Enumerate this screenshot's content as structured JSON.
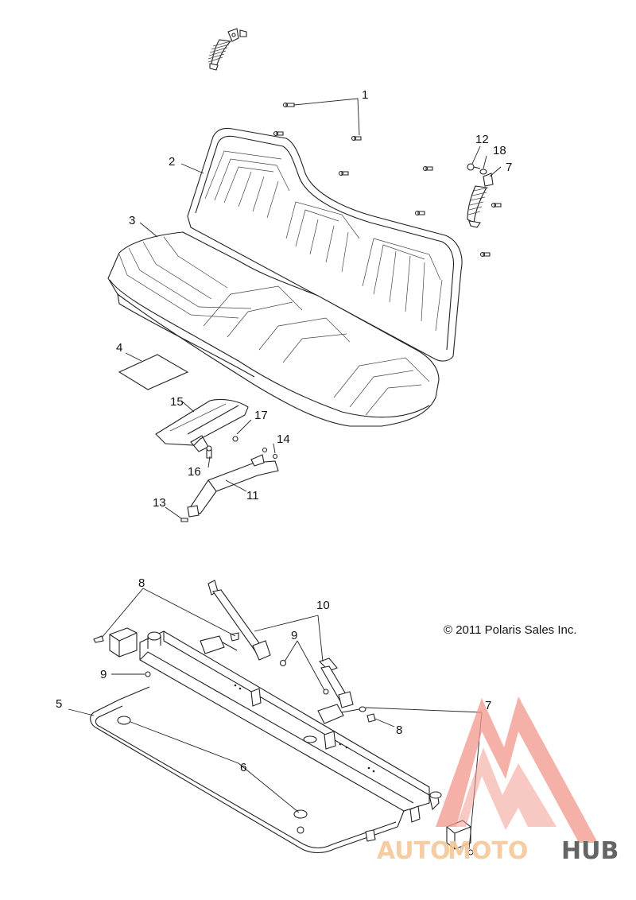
{
  "callouts": [
    {
      "id": "c1",
      "label": "1"
    },
    {
      "id": "c2",
      "label": "2"
    },
    {
      "id": "c3",
      "label": "3"
    },
    {
      "id": "c4",
      "label": "4"
    },
    {
      "id": "c5",
      "label": "5"
    },
    {
      "id": "c6",
      "label": "6"
    },
    {
      "id": "c7a",
      "label": "7"
    },
    {
      "id": "c7b",
      "label": "7"
    },
    {
      "id": "c8a",
      "label": "8"
    },
    {
      "id": "c8b",
      "label": "8"
    },
    {
      "id": "c9a",
      "label": "9"
    },
    {
      "id": "c9b",
      "label": "9"
    },
    {
      "id": "c10",
      "label": "10"
    },
    {
      "id": "c11",
      "label": "11"
    },
    {
      "id": "c12",
      "label": "12"
    },
    {
      "id": "c13",
      "label": "13"
    },
    {
      "id": "c14",
      "label": "14"
    },
    {
      "id": "c15",
      "label": "15"
    },
    {
      "id": "c16",
      "label": "16"
    },
    {
      "id": "c17",
      "label": "17"
    },
    {
      "id": "c18",
      "label": "18"
    }
  ],
  "copyright": "© 2011 Polaris Sales Inc.",
  "watermark": {
    "part1": "AUTO",
    "part2": "MOTO",
    "part3": "HUB",
    "color_primary": "#f29a8e",
    "color_secondary": "#f6c79a",
    "color_dark": "#555555"
  }
}
